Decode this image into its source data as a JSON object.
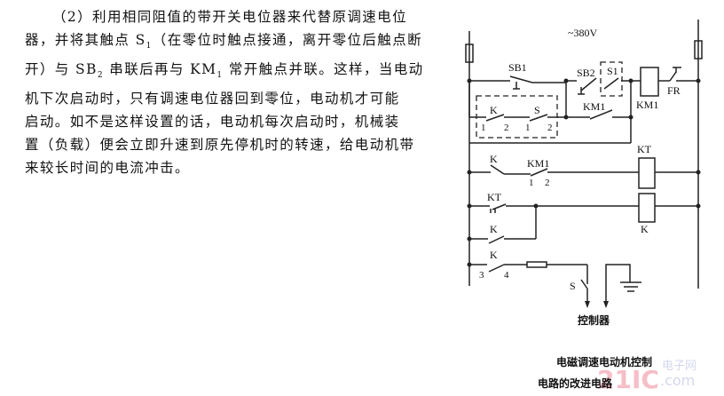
{
  "text": {
    "line1": "（2）利用相同阻值的带开关电位器来代替原调速电位",
    "line2": "器，并将其触点 S",
    "line2_sub": "1",
    "line2_rest": "（在零位时触点接通，离开零位后触点断",
    "line3": "开）与 SB",
    "line3_sub": "2",
    "line3_mid": " 串联后再与 KM",
    "line3_sub2": "1",
    "line3_rest": " 常开触点并联。这样，当电动",
    "line4": "机下次启动时，只有调速电位器回到零位，电动机才可能",
    "line5": "启动。如不是这样设置的话，电动机每次启动时，机械装",
    "line6": "置（负载）便会立即升速到原先停机时的转速，给电动机带",
    "line7": "来较长时间的电流冲击。"
  },
  "diagram": {
    "voltage": "~380V",
    "SB1": "SB1",
    "SB2": "SB2",
    "S1": "S1",
    "KM1_coil": "KM1",
    "FR": "FR",
    "K": "K",
    "S": "S",
    "KM1_contact": "KM1",
    "n1": "1",
    "n2": "2",
    "KT_coil": "KT",
    "KM1_row3": "KM1",
    "KT_contact": "KT",
    "K_coil": "K",
    "n3": "3",
    "n4": "4",
    "S_switch": "S",
    "controller": "控制器"
  },
  "caption": {
    "line1": "电磁调速电动机控制",
    "line2": "电路的改进电路"
  },
  "watermark": {
    "logo": "21IC",
    "site": "电子网",
    "domain": ".com"
  }
}
